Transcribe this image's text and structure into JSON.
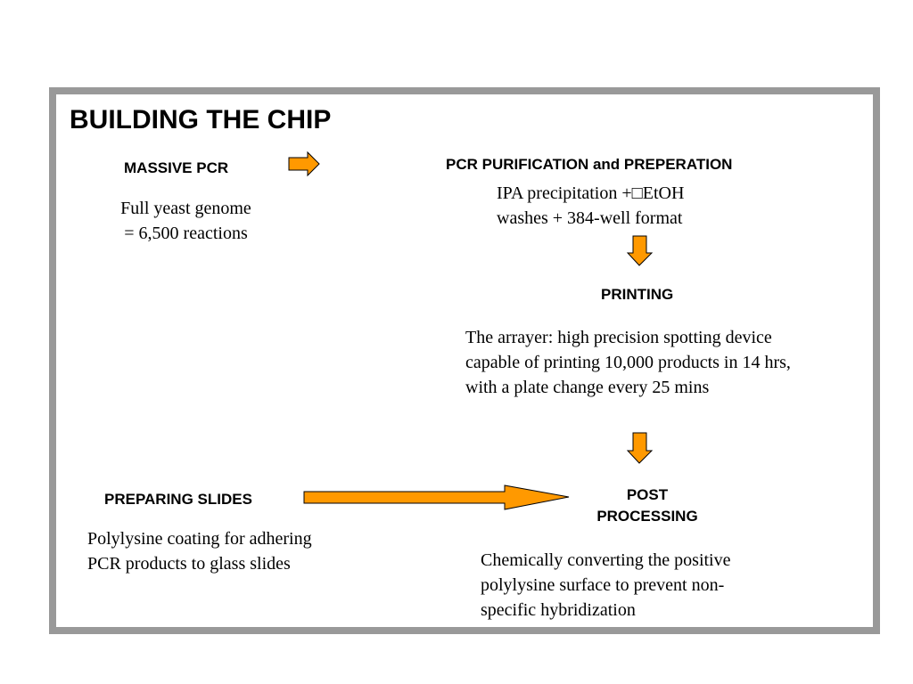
{
  "title": "BUILDING THE CHIP",
  "steps": {
    "massive_pcr": {
      "heading": "MASSIVE  PCR",
      "description": "Full  yeast genome\n= 6,500 reactions"
    },
    "pcr_purification": {
      "heading": "PCR PURIFICATION and PREPERATION",
      "description": "IPA precipitation +□EtOH\nwashes + 384-well format"
    },
    "printing": {
      "heading": "PRINTING",
      "description": "The arrayer: high precision spotting device\ncapable of printing 10,000 products in 14 hrs,\nwith a plate change every 25 mins"
    },
    "preparing_slides": {
      "heading": "PREPARING SLIDES",
      "description": "Polylysine coating for adhering\nPCR products to glass slides"
    },
    "post_processing": {
      "heading": "POST\nPROCESSING",
      "description": "Chemically converting the positive\npolylysine surface to prevent non-\nspecific hybridization"
    }
  },
  "colors": {
    "arrow_fill": "#FF9900",
    "arrow_stroke": "#000000",
    "frame_border": "#999999"
  }
}
